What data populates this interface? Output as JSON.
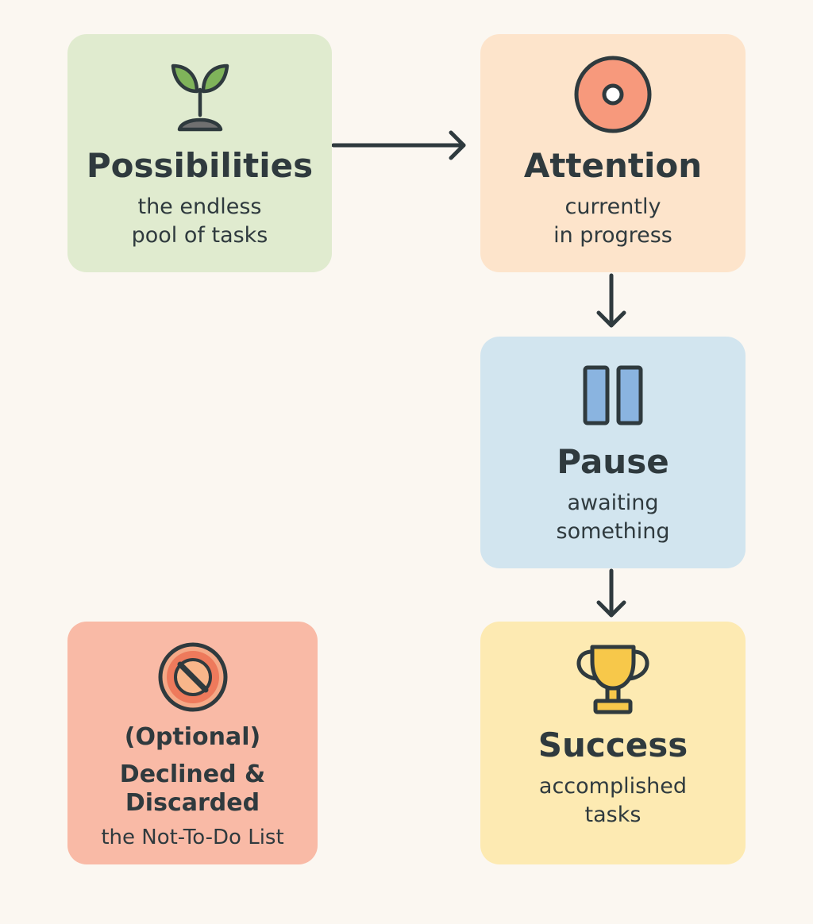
{
  "nodes": {
    "possibilities": {
      "title": "Possibilities",
      "subtitle_lines": [
        "the endless",
        "pool of tasks"
      ],
      "color": "#e0ebcf"
    },
    "attention": {
      "title": "Attention",
      "subtitle_lines": [
        "currently",
        "in progress"
      ],
      "color": "#fde4cb"
    },
    "pause": {
      "title": "Pause",
      "subtitle_lines": [
        "awaiting",
        "something"
      ],
      "color": "#d2e5ef"
    },
    "declined": {
      "label": "(Optional)",
      "title_lines": [
        "Declined &",
        "Discarded"
      ],
      "subtitle": "the Not-To-Do List",
      "color": "#f9baa6"
    },
    "success": {
      "title": "Success",
      "subtitle_lines": [
        "accomplished",
        "tasks"
      ],
      "color": "#fdeab2"
    }
  },
  "edges": [
    {
      "from": "possibilities",
      "to": "attention"
    },
    {
      "from": "attention",
      "to": "pause"
    },
    {
      "from": "pause",
      "to": "success"
    }
  ],
  "icons": {
    "possibilities": "sprout-icon",
    "attention": "target-icon",
    "pause": "pause-icon",
    "declined": "prohibited-icon",
    "success": "trophy-icon"
  },
  "colors": {
    "background": "#fbf7f1",
    "ink": "#2f3a3e",
    "leaf": "#7fb35a",
    "target": "#f7997c",
    "pause_bars": "#8ab4e0",
    "prohibited": "#ee7a5c",
    "trophy": "#f7c84a"
  }
}
